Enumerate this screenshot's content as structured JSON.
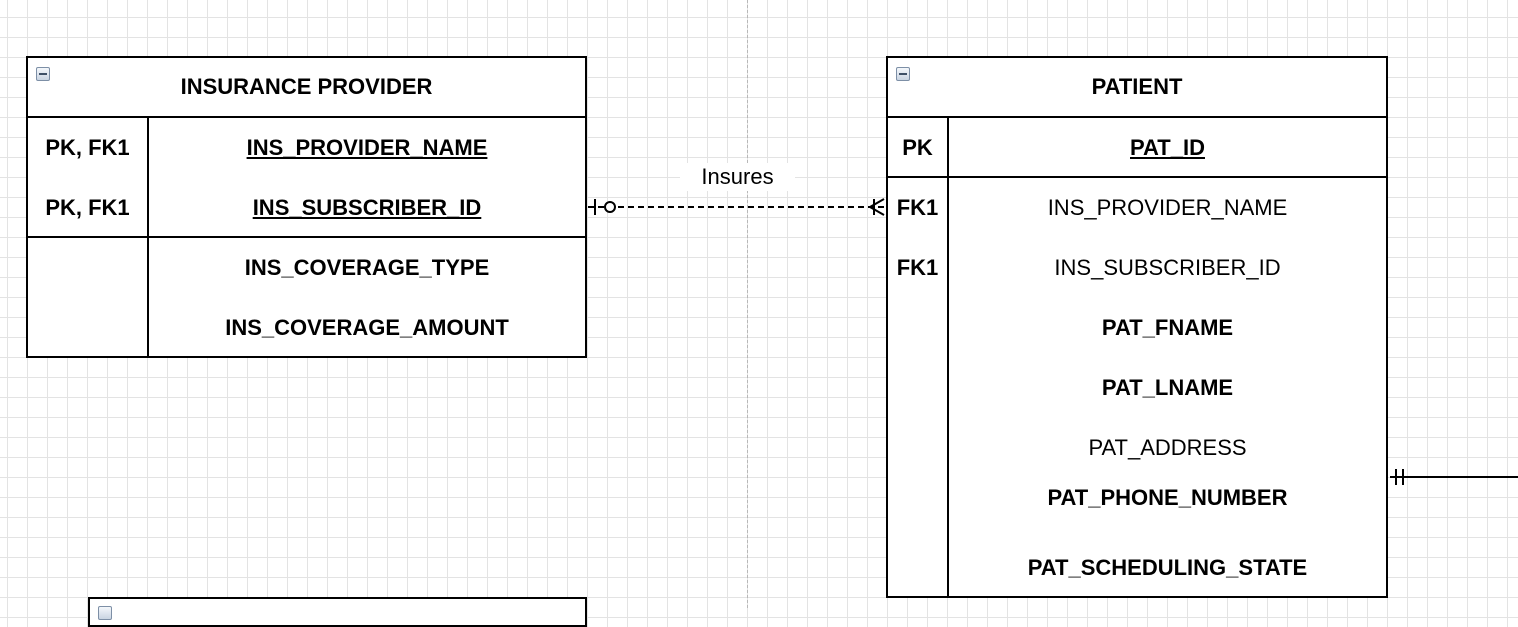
{
  "insurance_provider": {
    "title": "INSURANCE PROVIDER",
    "key_rows": [
      {
        "key": "PK, FK1",
        "name": "INS_PROVIDER_NAME"
      },
      {
        "key": "PK, FK1",
        "name": "INS_SUBSCRIBER_ID"
      }
    ],
    "attr_rows": [
      {
        "key": "",
        "name": "INS_COVERAGE_TYPE"
      },
      {
        "key": "",
        "name": "INS_COVERAGE_AMOUNT"
      }
    ]
  },
  "patient": {
    "title": "PATIENT",
    "key_rows": [
      {
        "key": "PK",
        "name": "PAT_ID"
      }
    ],
    "attr_rows": [
      {
        "key": "FK1",
        "name": "INS_PROVIDER_NAME"
      },
      {
        "key": "FK1",
        "name": "INS_SUBSCRIBER_ID"
      },
      {
        "key": "",
        "name": "PAT_FNAME"
      },
      {
        "key": "",
        "name": "PAT_LNAME"
      },
      {
        "key": "",
        "name": "PAT_ADDRESS"
      },
      {
        "key": "",
        "name": "PAT_PHONE_NUMBER"
      },
      {
        "key": "",
        "name": "PAT_SCHEDULING_STATE"
      }
    ]
  },
  "relationship": {
    "label": "Insures",
    "from_cardinality": "zero-or-one",
    "to_cardinality": "one-or-many"
  },
  "offscreen_relationship": {
    "from_cardinality": "exactly-one"
  },
  "colors": {
    "grid": "#e3e3e3",
    "line": "#000000",
    "icon": "#7d8fa6"
  }
}
